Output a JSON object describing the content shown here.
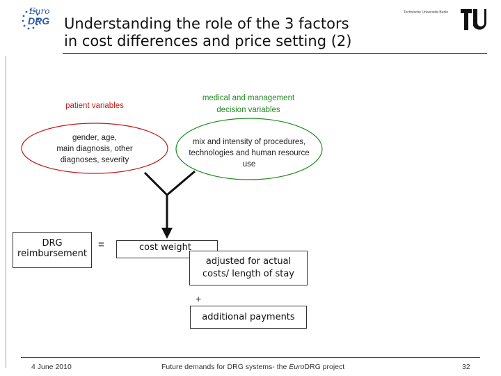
{
  "header": {
    "logo_line1": "Euro",
    "logo_line2": "DRG",
    "title_line1": "Understanding the role of the 3 factors",
    "title_line2": "in cost differences and price setting (2)",
    "university": "Technische Universität Berlin"
  },
  "diagram": {
    "patient_label": "patient variables",
    "medical_label_line1": "medical and management",
    "medical_label_line2": "decision variables",
    "patient_ellipse_line1": "gender, age,",
    "patient_ellipse_line2": "main diagnosis, other",
    "patient_ellipse_line3": "diagnoses, severity",
    "medical_ellipse_line1": "mix and intensity of procedures,",
    "medical_ellipse_line2": "technologies and  human resource",
    "medical_ellipse_line3": "use",
    "drg_line1": "DRG",
    "drg_line2": "reimbursement",
    "equals": "=",
    "cost_weight": "cost weight",
    "adjusted_line1": "adjusted for actual",
    "adjusted_line2": "costs/ length of stay",
    "plus": "+",
    "additional": "additional payments"
  },
  "footer": {
    "date": "4 June 2010",
    "project_prefix": "Future demands for DRG systems- the ",
    "project_italic": "Euro",
    "project_suffix": "DRG project",
    "page": "32"
  },
  "colors": {
    "red": "#c61a1a",
    "green": "#1f8c1f",
    "logo_blue": "#2a5aa8"
  }
}
